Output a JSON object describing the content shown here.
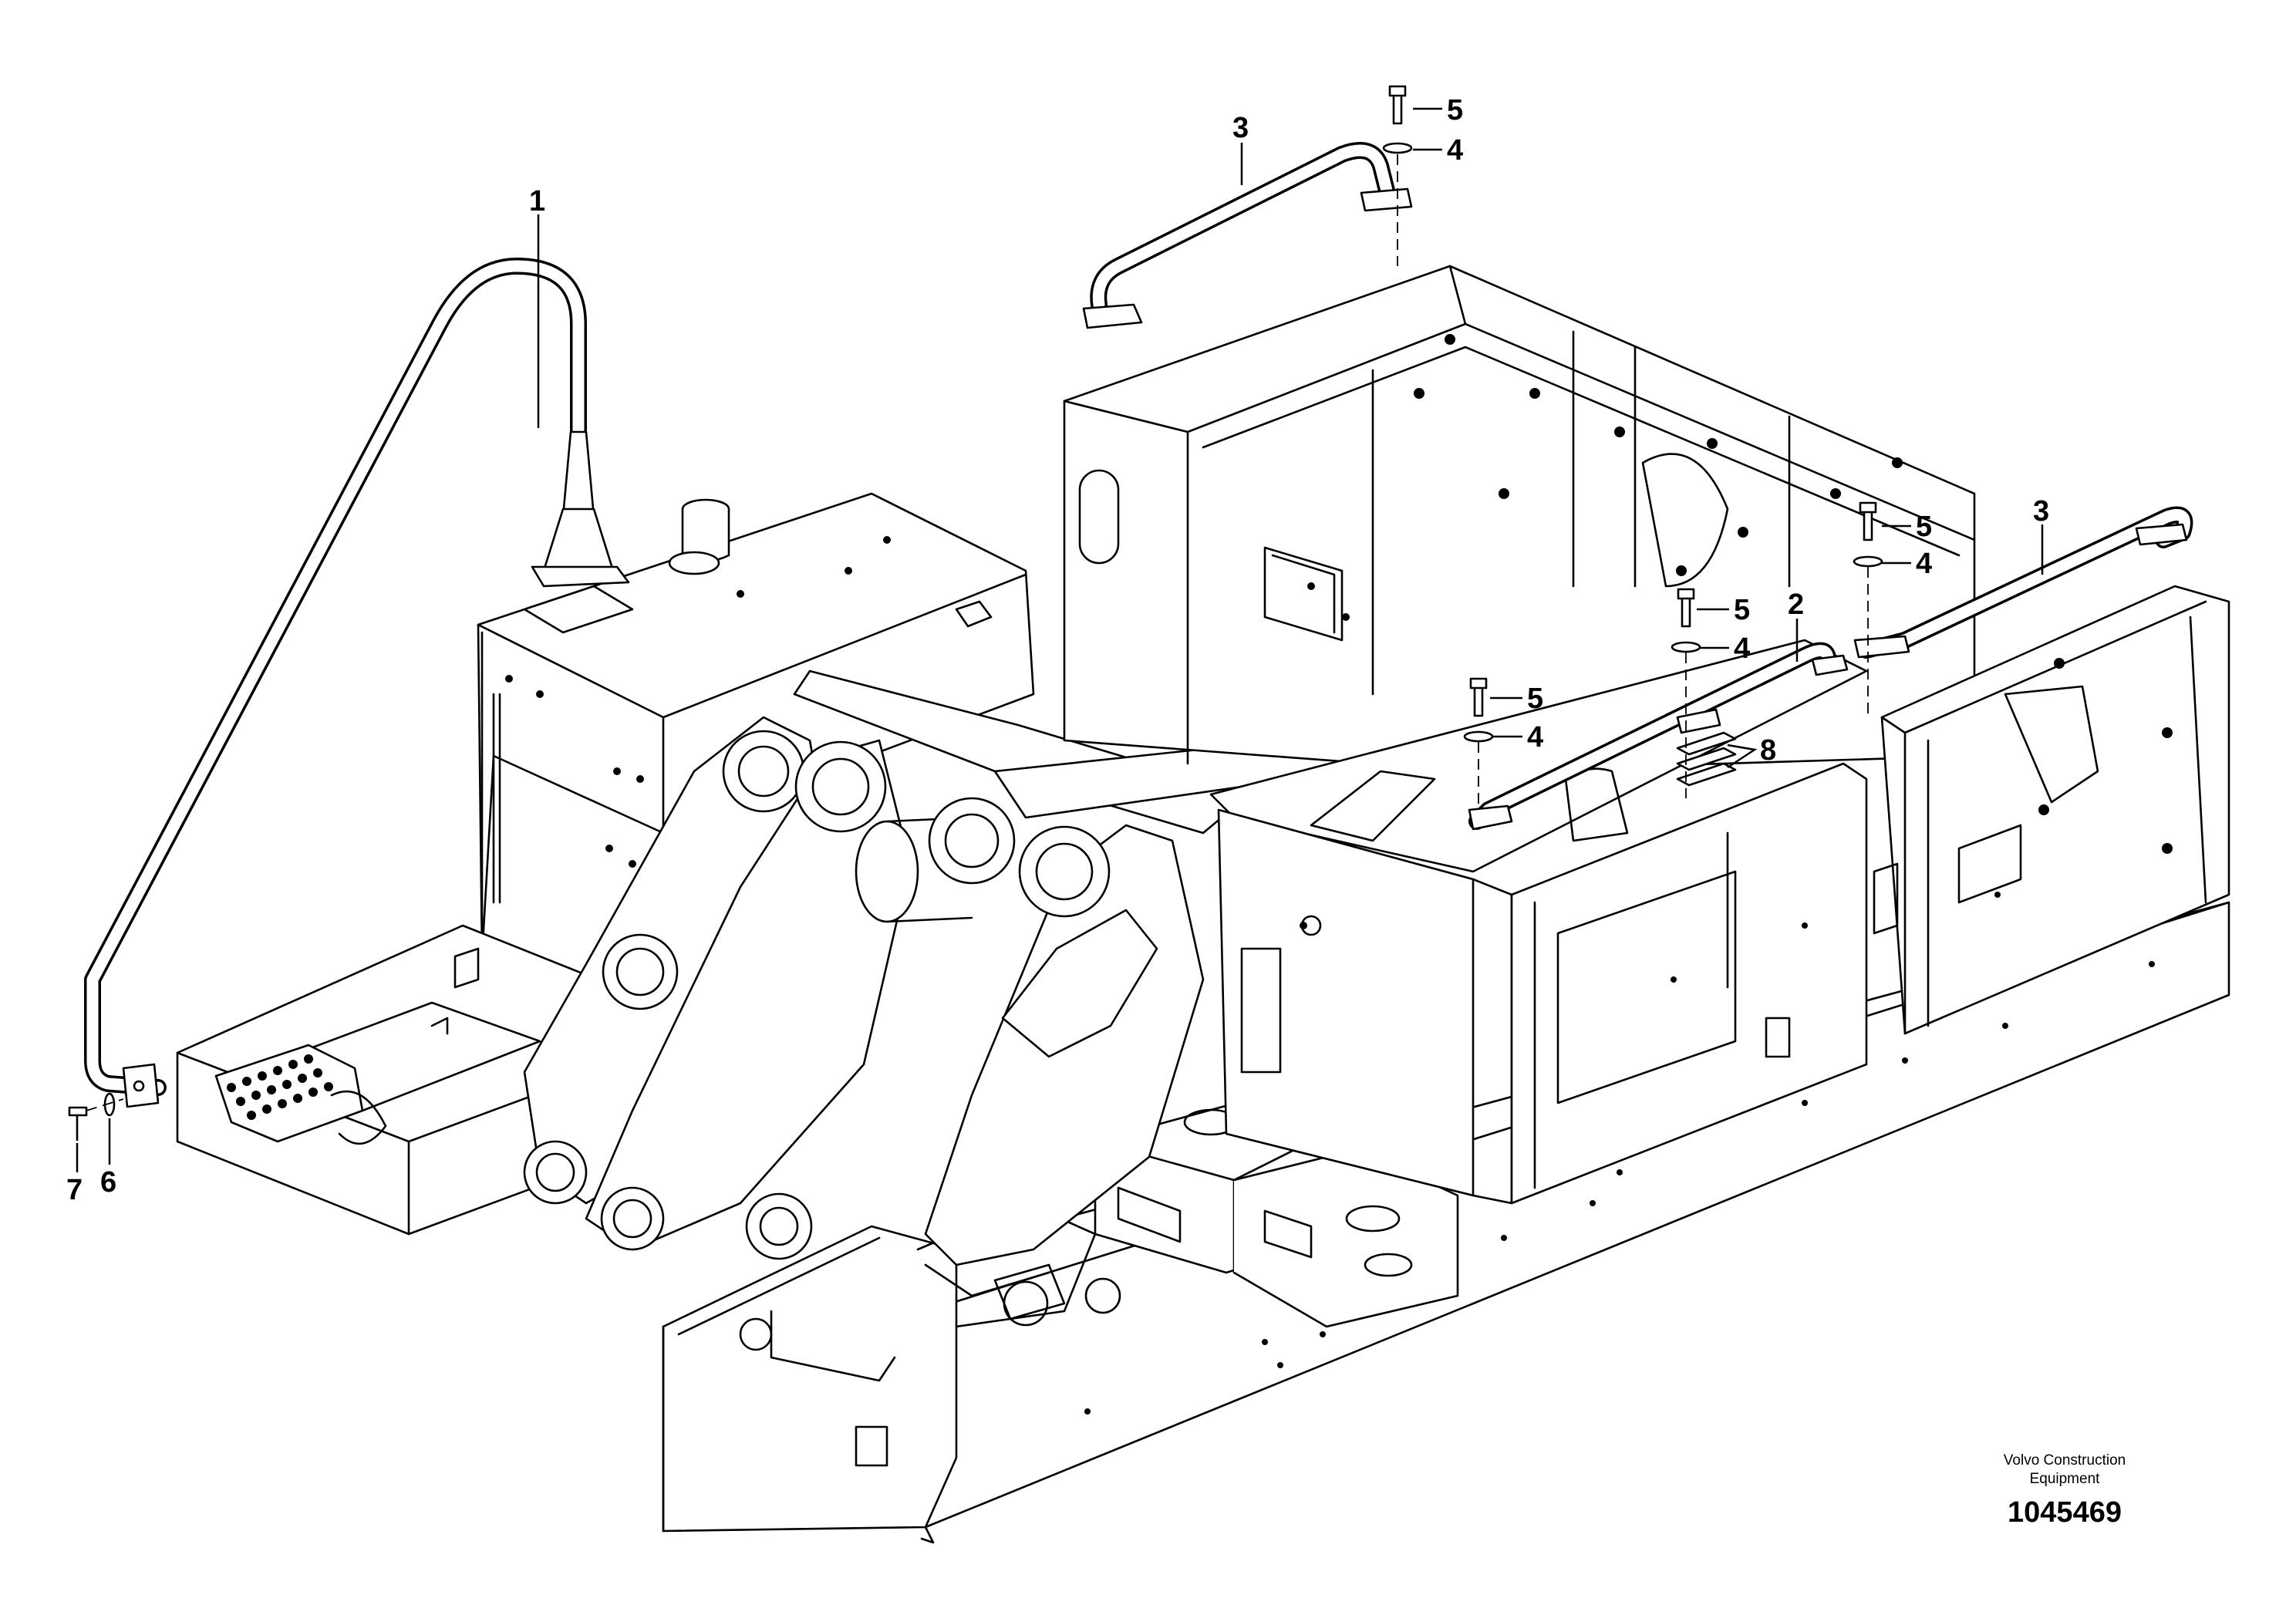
{
  "callouts": {
    "c1": "1",
    "c2": "2",
    "c3a": "3",
    "c3b": "3",
    "c4a": "4",
    "c4b": "4",
    "c4c": "4",
    "c4d": "4",
    "c5a": "5",
    "c5b": "5",
    "c5c": "5",
    "c5d": "5",
    "c6": "6",
    "c7": "7",
    "c8": "8"
  },
  "footer": {
    "company_line1": "Volvo Construction",
    "company_line2": "Equipment",
    "drawing_number": "1045469"
  }
}
